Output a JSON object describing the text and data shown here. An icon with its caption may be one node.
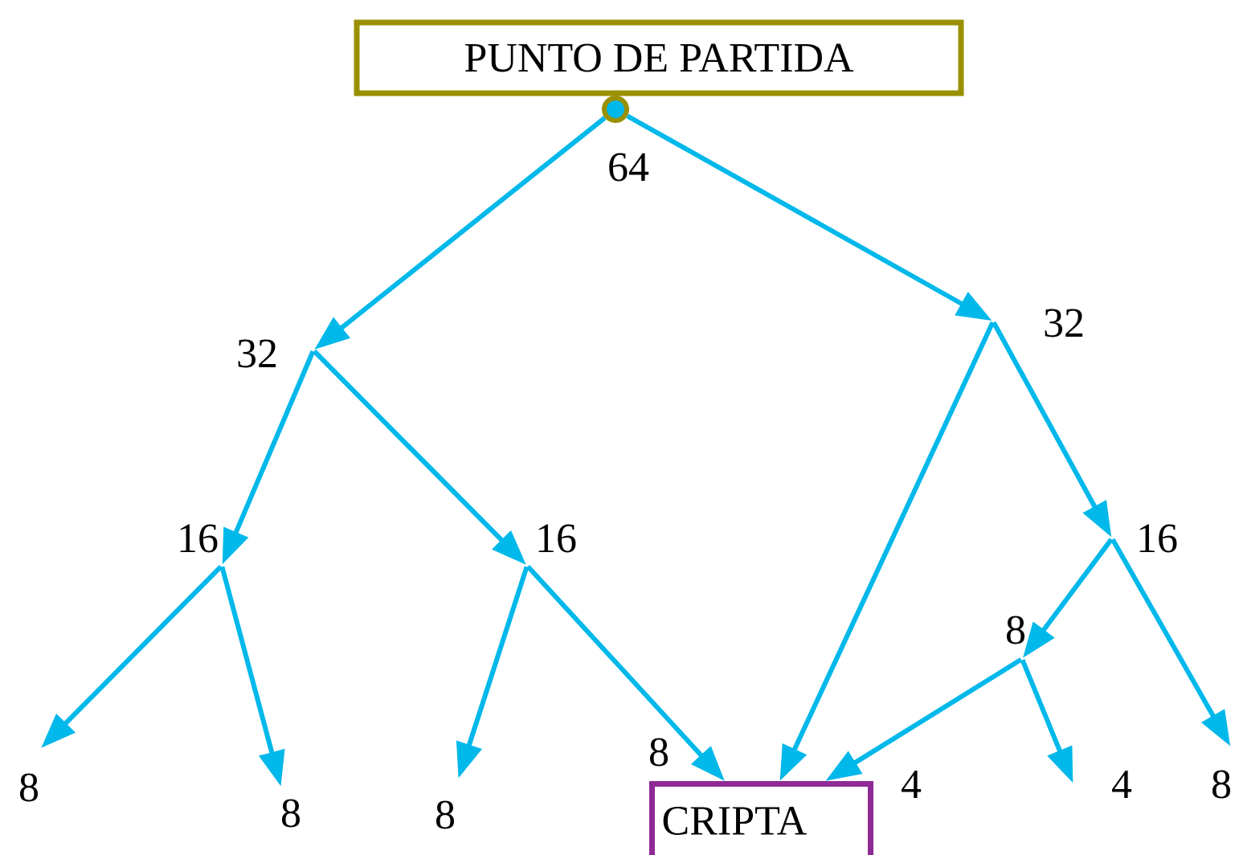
{
  "diagram": {
    "nodes": [
      {
        "text": [
          "PUNTO DE PARTIDA"
        ]
      },
      {
        "text": [],
        "shape": "circle",
        "beside": [
          "64"
        ]
      },
      {
        "text": [],
        "shape": "point",
        "beside": [
          "32"
        ]
      },
      {
        "text": [],
        "shape": "point",
        "beside": [
          "32"
        ]
      },
      {
        "text": [],
        "shape": "point",
        "beside": [
          "16"
        ]
      },
      {
        "text": [],
        "shape": "point",
        "beside": [
          "16"
        ]
      },
      {
        "text": [],
        "shape": "point",
        "beside": [
          "16"
        ]
      },
      {
        "text": [],
        "shape": "point",
        "beside": [
          "8"
        ]
      },
      {
        "text": [],
        "shape": "point",
        "beside": [
          "8"
        ]
      },
      {
        "text": [],
        "shape": "point",
        "beside": [
          "8"
        ]
      },
      {
        "text": [],
        "shape": "point",
        "beside": [
          "8"
        ]
      },
      {
        "text": [
          "CRIPTA"
        ]
      },
      {
        "text": [],
        "shape": "point",
        "beside": [
          "4"
        ]
      },
      {
        "text": [],
        "shape": "point",
        "beside": [
          "8"
        ]
      }
    ],
    "edges": [
      {
        "from": 1,
        "to": 2,
        "arrow": "to"
      },
      {
        "from": 1,
        "to": 3,
        "arrow": "to"
      },
      {
        "from": 2,
        "to": 4,
        "arrow": "to"
      },
      {
        "from": 2,
        "to": 5,
        "arrow": "to"
      },
      {
        "from": 3,
        "to": 11,
        "arrow": "to"
      },
      {
        "from": 3,
        "to": 6,
        "arrow": "to"
      },
      {
        "from": 4,
        "to": 8,
        "arrow": "to"
      },
      {
        "from": 4,
        "to": 9,
        "arrow": "to"
      },
      {
        "from": 5,
        "to": 10,
        "arrow": "to"
      },
      {
        "from": 5,
        "to": 11,
        "arrow": "to",
        "label": "8"
      },
      {
        "from": 6,
        "to": 7,
        "arrow": "to"
      },
      {
        "from": 6,
        "to": 13,
        "arrow": "to"
      },
      {
        "from": 7,
        "to": 11,
        "arrow": "to",
        "label": "4"
      },
      {
        "from": 7,
        "to": 12,
        "arrow": "to"
      }
    ]
  }
}
